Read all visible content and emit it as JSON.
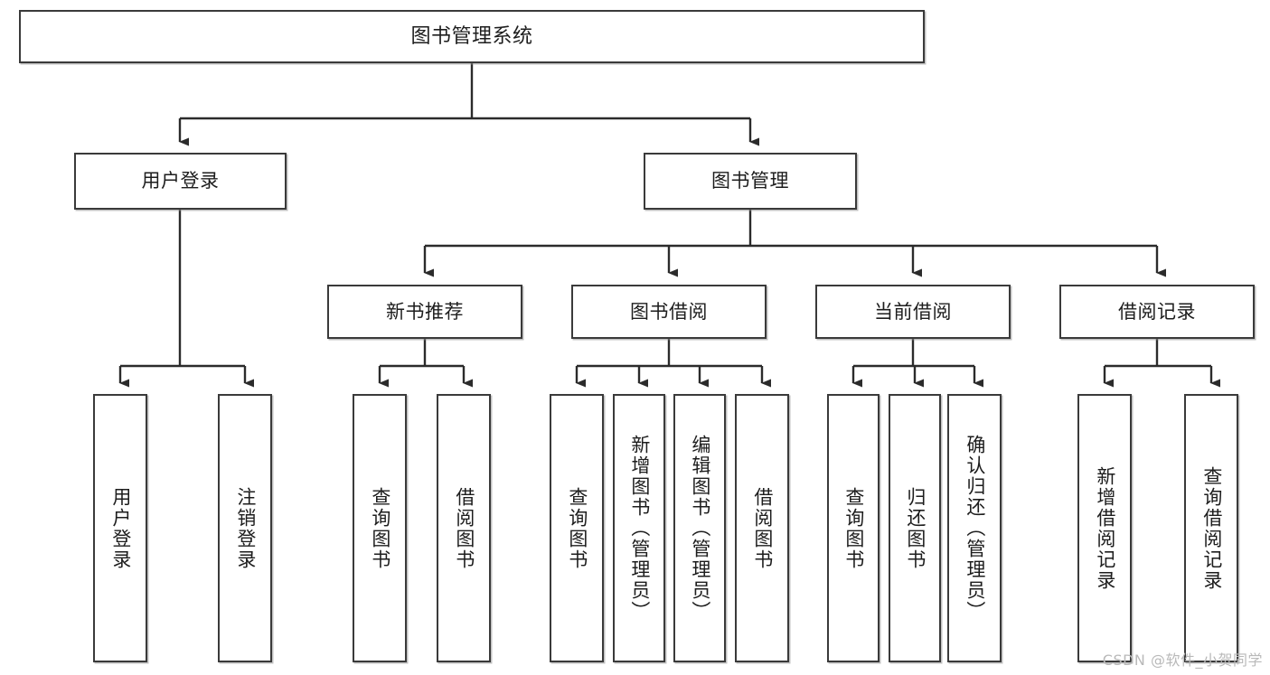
{
  "diagram": {
    "title": "图书管理系统",
    "watermark": "CSDN @软件_小贺同学",
    "stroke_color": "#3a3a3a",
    "background_color": "#ffffff",
    "text_color": "#1d1d1d",
    "nodes": {
      "root": "图书管理系统",
      "level2": {
        "user_login": "用户登录",
        "book_management": "图书管理"
      },
      "level3": {
        "new_book_recommend": "新书推荐",
        "book_borrow": "图书借阅",
        "current_borrow": "当前借阅",
        "borrow_record": "借阅记录"
      },
      "leaves": {
        "user_login_children": [
          "用户登录",
          "注销登录"
        ],
        "new_book_recommend_children": [
          "查询图书",
          "借阅图书"
        ],
        "book_borrow_children": [
          "查询图书",
          "新增图书（管理员）",
          "编辑图书（管理员）",
          "借阅图书"
        ],
        "current_borrow_children": [
          "查询图书",
          "归还图书",
          "确认归还（管理员）"
        ],
        "borrow_record_children": [
          "新增借阅记录",
          "查询借阅记录"
        ]
      }
    }
  }
}
